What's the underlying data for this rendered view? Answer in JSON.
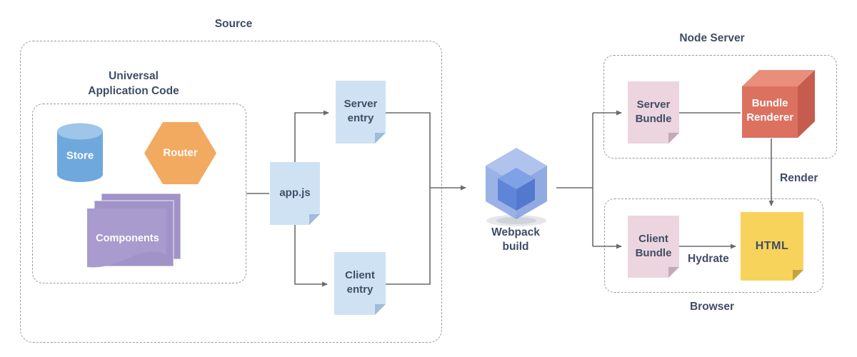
{
  "titles": {
    "source": "Source",
    "universal": "Universal\nApplication Code",
    "node_server": "Node Server",
    "browser": "Browser"
  },
  "nodes": {
    "store": "Store",
    "router": "Router",
    "components": "Components",
    "app_js": "app.js",
    "server_entry": "Server\nentry",
    "client_entry": "Client\nentry",
    "webpack": "Webpack\nbuild",
    "server_bundle": "Server\nBundle",
    "bundle_renderer": "Bundle\nRenderer",
    "client_bundle": "Client\nBundle",
    "html": "HTML"
  },
  "edge_labels": {
    "render": "Render",
    "hydrate": "Hydrate"
  },
  "colors": {
    "text": "#3f4d66",
    "line": "#6a6a6a",
    "dash": "#9b9b9b",
    "note_blue": "#cfe2f3",
    "note_blue_fold": "#9fbdd8",
    "note_pink": "#ecd5de",
    "note_pink_fold": "#c4aab8",
    "note_yellow": "#f8d35c",
    "note_yellow_fold": "#c2a33e",
    "store_body": "#6fa8dc",
    "store_top": "#9fc5e8",
    "router": "#f2a960",
    "components_front": "#a99bce",
    "components_back": "#a193c7",
    "cube_front": "#dd7160",
    "cube_top": "#e98e7b",
    "cube_side": "#c65c4e"
  }
}
